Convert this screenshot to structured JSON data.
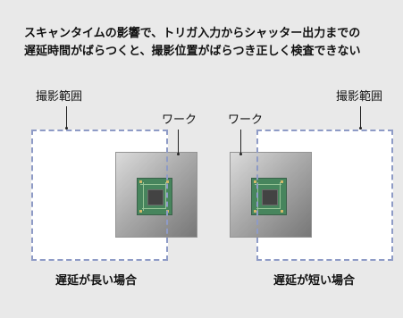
{
  "title": {
    "line1": "スキャンタイムの影響で、トリガ入力からシャッター出力までの",
    "line2": "遅延時間がばらつくと、撮影位置がばらつき正しく検査できない"
  },
  "left_case": {
    "range_label": "撮影範囲",
    "work_label": "ワーク",
    "caption": "遅延が長い場合"
  },
  "right_case": {
    "range_label": "撮影範囲",
    "work_label": "ワーク",
    "caption": "遅延が短い場合"
  },
  "colors": {
    "panel_bg": "#e9e9e9",
    "range_dash": "#8e9bc6",
    "pcb_green": "#1f6b3a"
  }
}
